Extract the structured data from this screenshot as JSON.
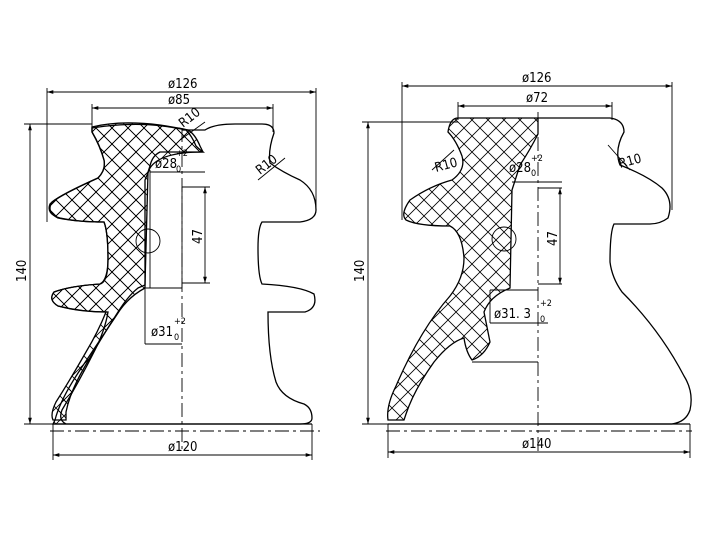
{
  "drawings": [
    {
      "name": "insulator-left",
      "dims": {
        "top_outer": "ø126",
        "top_inner": "ø85",
        "height": "140",
        "bore_top": "ø28",
        "bore_top_tol_sup": "+2",
        "bore_top_tol_sub": "0",
        "bore_depth": "47",
        "bore_bottom": "ø31",
        "bore_bottom_tol_sup": "+2",
        "bore_bottom_tol_sub": "0",
        "base": "ø120",
        "radius_a": "R10",
        "radius_b": "R10"
      }
    },
    {
      "name": "insulator-right",
      "dims": {
        "top_outer": "ø126",
        "top_inner": "ø72",
        "height": "140",
        "bore_top": "ø28",
        "bore_top_tol_sup": "+2",
        "bore_top_tol_sub": "0",
        "bore_depth": "47",
        "bore_bottom": "ø31. 3",
        "bore_bottom_tol_sup": "+2",
        "bore_bottom_tol_sub": "0",
        "base": "ø140",
        "radius_a": "R10",
        "radius_b": "R10"
      }
    }
  ]
}
